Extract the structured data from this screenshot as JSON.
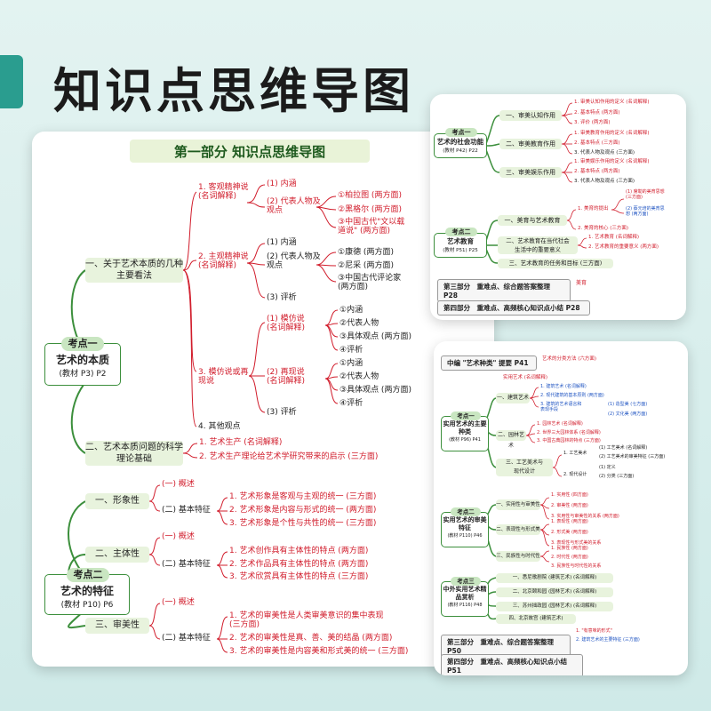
{
  "title": "知识点思维导图",
  "left_card": {
    "header": "第一部分 知识点思维导图",
    "unit1": {
      "badge": "考点一",
      "name": "艺术的本质",
      "ref": "(教材 P3) P2",
      "b1": {
        "label": "一、关于艺术本质的几种主要看法",
        "s1": {
          "title": "1. 客观精神说\n(名词解释)",
          "i1": "(1) 内涵",
          "i2": "(2) 代表人物及\n观点",
          "p1": "①柏拉图 (两方面)",
          "p2": "②黑格尔 (两方面)",
          "p3": "③中国古代\"文以载\n道说\" (两方面)"
        },
        "s2": {
          "title": "2. 主观精神说\n(名词解释)",
          "i1": "(1) 内涵",
          "i2": "(2) 代表人物及\n观点",
          "p1": "①康德 (两方面)",
          "p2": "②尼采 (两方面)",
          "p3": "③中国古代评论家\n(两方面)",
          "i3": "(3) 评析"
        },
        "s3": {
          "title": "3. 模仿说或再\n现说",
          "i1": "(1) 模仿说\n(名词解释)",
          "a1": "①内涵",
          "a2": "②代表人物",
          "a3": "③具体观点 (两方面)",
          "a4": "④评析",
          "i2": "(2) 再现说\n(名词解释)",
          "c1": "①内涵",
          "c2": "②代表人物",
          "c3": "③具体观点 (两方面)",
          "c4": "④评析",
          "i3": "(3) 评析"
        },
        "s4": "4. 其他观点"
      },
      "b2": {
        "label": "二、艺术本质问题的科学理论基础",
        "l1": "1. 艺术生产 (名词解释)",
        "l2": "2. 艺术生产理论给艺术学研究带来的启示 (三方面)"
      }
    },
    "unit2": {
      "badge": "考点二",
      "name": "艺术的特征",
      "ref": "(教材 P10) P6",
      "c1": {
        "label": "一、形象性",
        "o": "(一) 概述",
        "f": "(二) 基本特征",
        "l1": "1. 艺术形象是客观与主观的统一 (三方面)",
        "l2": "2. 艺术形象是内容与形式的统一 (两方面)",
        "l3": "3. 艺术形象是个性与共性的统一 (三方面)"
      },
      "c2": {
        "label": "二、主体性",
        "o": "(一) 概述",
        "f": "(二) 基本特征",
        "l1": "1. 艺术创作具有主体性的特点 (两方面)",
        "l2": "2. 艺术作品具有主体性的特点 (两方面)",
        "l3": "3. 艺术欣赏具有主体性的特点 (三方面)"
      },
      "c3": {
        "label": "三、审美性",
        "o": "(一) 概述",
        "f": "(二) 基本特征",
        "l1": "1. 艺术的审美性是人类审美意识的集中表现\n(三方面)",
        "l2": "2. 艺术的审美性是真、善、美的结晶 (两方面)",
        "l3": "3. 艺术的审美性是内容美和形式美的统一 (三方面)"
      }
    }
  },
  "top_right_card": {
    "k1": {
      "badge": "考点一",
      "name": "艺术的社会功能",
      "ref": "(教材 P42) P22"
    },
    "g1": {
      "label": "一、审美认知作用",
      "l1": "1. 审美认知作用的定义 (名词解释)",
      "l2": "2. 基本特点 (两方面)",
      "l3": "3. 评价 (两方面)"
    },
    "g2": {
      "label": "二、审美教育作用",
      "l1": "1. 审美教育作用的定义 (名词解释)",
      "l2": "2. 基本特点 (三方面)",
      "l3": "3. 代表人物及观点 (三方面)"
    },
    "g3": {
      "label": "三、审美娱乐作用",
      "l1": "1. 审美娱乐作用的定义 (名词解释)",
      "l2": "2. 基本特点 (两方面)",
      "l3": "3. 代表人物及观点 (三方面)"
    },
    "k2": {
      "badge": "考点二",
      "name": "艺术教育",
      "ref": "(教材 P51) P25"
    },
    "h1": {
      "label": "一、美育与艺术教育",
      "a": "1. 美育的提出",
      "a1": "(1) 席勒的美育思想\n(三方面)",
      "a2": "(2) 蔡元培的美育思\n想 (两方面)",
      "b": "2. 美育的核心 (三方面)"
    },
    "h2": {
      "label": "二、艺术教育在当代社会\n生活中的重要意义",
      "l1": "1. 艺术教育 (名词解释)",
      "l2": "2. 艺术教育的重要意义 (两方面)"
    },
    "h3": {
      "label": "三、艺术教育的任务和目标 (三方面)"
    },
    "strip1": "第三部分　重难点、综合题答案整理 P28",
    "strip1_note": "美育",
    "strip2": "第四部分　重难点、高频核心知识点小结 P28"
  },
  "bottom_right_card": {
    "top": "中编 \"艺术种类\" 提要 P41",
    "top_note": "艺术的分类方法 (六方面)",
    "k1": {
      "badge": "考点一",
      "name": "实用艺术的主要种类",
      "ref": "(教材 P96) P41",
      "t": "实用艺术 (名词解释)"
    },
    "j1": {
      "label": "一、建筑艺术",
      "l1": "1. 建筑艺术 (名词解释)",
      "l2": "2. 现代建筑的基本原则 (两方面)",
      "l3": "3. 建筑的艺术语言和\n表现手段",
      "l3a": "(1) 造型美 (七方面)",
      "l3b": "(2) 文化美 (两方面)"
    },
    "j2": {
      "label": "二、园林艺术",
      "l1": "1. 园林艺术 (名词解释)",
      "l2": "2. 世界三大园林体系 (名词解释)",
      "l3": "3. 中国古典园林的特点 (三方面)"
    },
    "j3": {
      "label": "三、工艺美术与\n现代设计",
      "l1": "1. 工艺美术",
      "l1a": "(1) 工艺美术 (名词解释)",
      "l1b": "(2) 工艺美术的审美特征 (三方面)",
      "l2": "2. 现代设计",
      "l2a": "(1) 定义",
      "l2b": "(2) 分类 (三方面)"
    },
    "k2": {
      "badge": "考点二",
      "name": "实用艺术的审美特征",
      "ref": "(教材 P110) P46"
    },
    "m1": {
      "label": "一、实用性与审美性",
      "l1": "1. 实用性 (四方面)",
      "l2": "2. 审美性 (两方面)",
      "l3": "3. 实用性与审美性的关系 (两方面)"
    },
    "m2": {
      "label": "二、表现性与形式美",
      "l1": "1. 表现性 (两方面)",
      "l2": "2. 形式美 (两方面)",
      "l3": "3. 表现性与形式美的关系"
    },
    "m3": {
      "label": "三、民族性与时代性",
      "l1": "1. 民族性 (两方面)",
      "l2": "2. 时代性 (两方面)",
      "l3": "3. 民族性与时代性的关系"
    },
    "k3": {
      "badge": "考点三",
      "name": "中外实用艺术精品赏析",
      "ref": "(教材 P116) P48"
    },
    "n1": "一、悉尼歌剧院 (建筑艺术) (名词解释)",
    "n2": "二、北京颐和园 (园林艺术) (名词解释)",
    "n3": "三、苏州拙政园 (园林艺术) (名词解释)",
    "n4": "四、北京故宫 (建筑艺术)",
    "strip1": "第三部分　重难点、综合题答案整理 P50",
    "strip1_n1": "1. \"有意味的形式\"",
    "strip1_n2": "2. 建筑艺术的主要特征 (三方面)",
    "strip2": "第四部分　重难点、高频核心知识点小结 P51"
  }
}
